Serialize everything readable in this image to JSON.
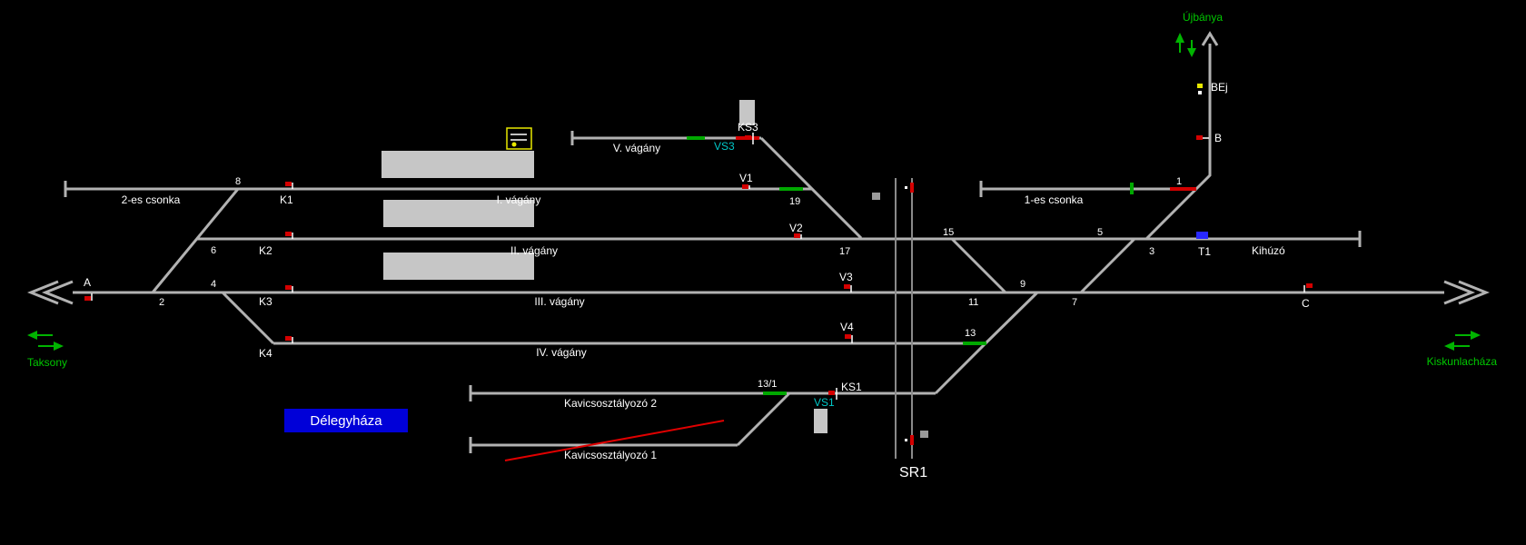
{
  "station": {
    "name": "Délegyháza"
  },
  "directions": {
    "west": "Taksony",
    "east": "Kiskunlacháza",
    "north": "Újbánya"
  },
  "tracks": {
    "v5": "V. vágány",
    "v1": "I. vágány",
    "v2": "II. vágány",
    "v3": "III. vágány",
    "v4": "IV. vágány",
    "stub2": "2-es csonka",
    "stub1": "1-es csonka",
    "kihuzo": "Kihúzó",
    "gravel2": "Kavicsosztályozó 2",
    "gravel1": "Kavicsosztályozó 1"
  },
  "signals": {
    "a": "A",
    "c": "C",
    "b": "B",
    "bej": "BEj",
    "k1": "K1",
    "k2": "K2",
    "k3": "K3",
    "k4": "K4",
    "v1": "V1",
    "v2": "V2",
    "v3": "V3",
    "v4": "V4",
    "ks1": "KS1",
    "ks3": "KS3",
    "vs1": "VS1",
    "vs3": "VS3",
    "t1": "T1",
    "sr1": "SR1"
  },
  "switches": {
    "n1": "1",
    "n2": "2",
    "n3": "3",
    "n4": "4",
    "n5": "5",
    "n6": "6",
    "n7": "7",
    "n8": "8",
    "n9": "9",
    "n11": "11",
    "n13": "13",
    "n13_1": "13/1",
    "n15": "15",
    "n17": "17",
    "n19": "19"
  },
  "colors": {
    "background": "#000000",
    "track_gray": "#b2b2b2",
    "platform_gray": "#c6c6c6",
    "route_set_green": "#00a800",
    "occupied_red": "#d40000",
    "label_white": "#ffffff",
    "direction_green": "#00c800",
    "shunt_cyan": "#00c8c8",
    "station_box_blue": "#0000d8",
    "t1_blue": "#2828ff",
    "bej_yellow": "#e8e800"
  }
}
